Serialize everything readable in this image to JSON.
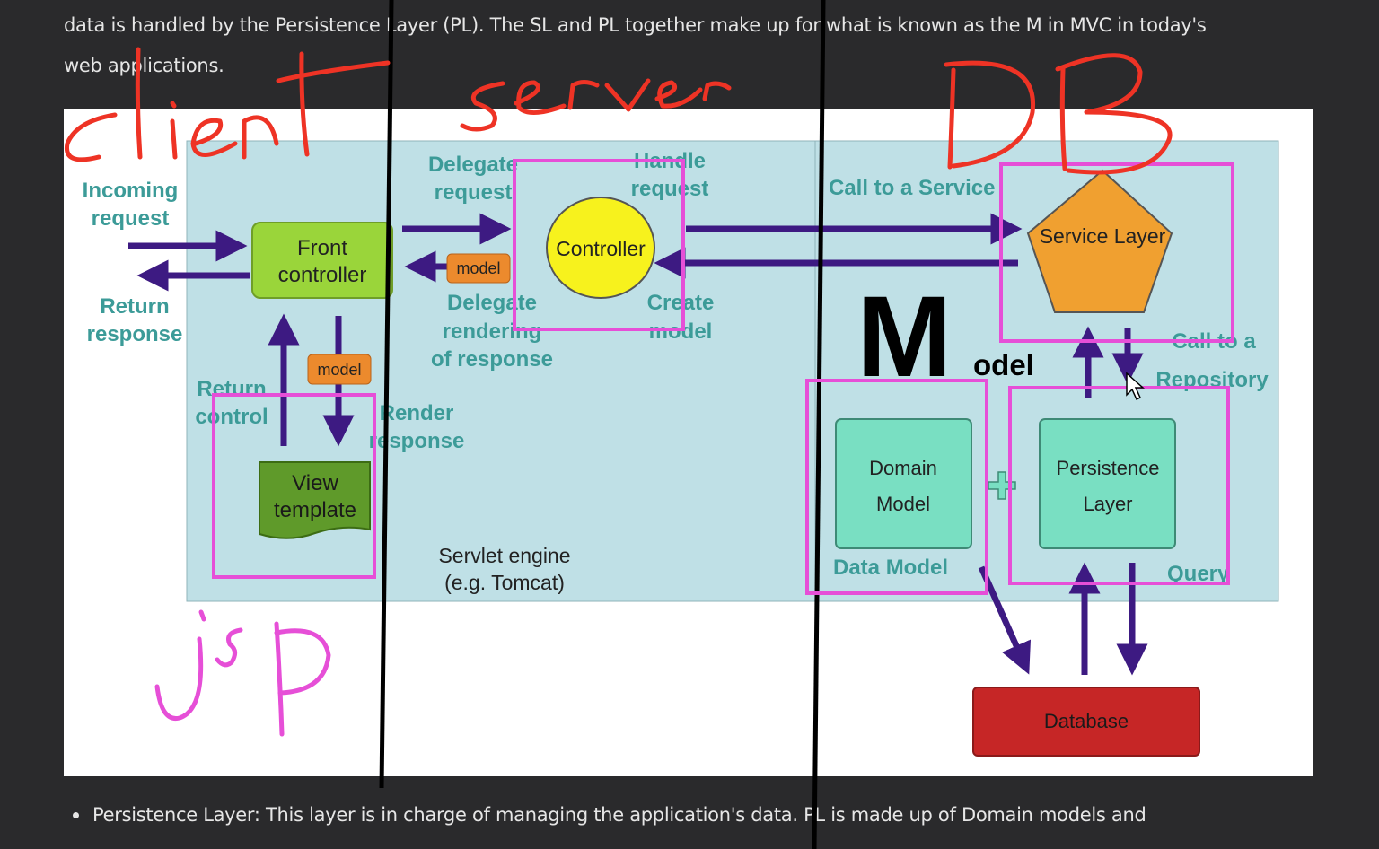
{
  "article": {
    "line1": "data is handled by the Persistence Layer (PL). The SL and PL together make up for what is known as the M in MVC in today's",
    "line2": "web applications.",
    "bullet": "Persistence Layer: This layer is in charge of managing the application's data. PL is made up of Domain models and"
  },
  "diagram": {
    "incoming_request": [
      "Incoming",
      "request"
    ],
    "return_response": [
      "Return",
      "response"
    ],
    "front_controller": [
      "Front",
      "controller"
    ],
    "model_tag": "model",
    "delegate_request": [
      "Delegate",
      "request"
    ],
    "handle_request": [
      "Handle",
      "request"
    ],
    "controller": "Controller",
    "delegate_rendering": [
      "Delegate",
      "rendering",
      "of response"
    ],
    "create_model": [
      "Create",
      "model"
    ],
    "return_control": [
      "Return",
      "control"
    ],
    "render_response": [
      "Render",
      "response"
    ],
    "view_template": [
      "View",
      "template"
    ],
    "servlet_engine": [
      "Servlet engine",
      "(e.g. Tomcat)"
    ],
    "call_to_service": "Call to a Service",
    "service_layer": "Service Layer",
    "model_big_letter": "M",
    "model_rest": "odel",
    "call_to_repository": [
      "Call to a",
      "Repository"
    ],
    "domain_model": [
      "Domain",
      "Model"
    ],
    "persistence_layer": [
      "Persistence",
      "Layer"
    ],
    "data_model": "Data Model",
    "query": "Query",
    "database": "Database"
  },
  "annotations": {
    "client": "client",
    "server": "server",
    "db": "DB",
    "jsp": "jsp"
  },
  "colors": {
    "background": "#2a2a2c",
    "diagram_panel": "#bfe0e6",
    "arrow": "#3d1a82",
    "label_teal": "#3c9b98",
    "front_controller": "#9ad53a",
    "controller": "#f7f21d",
    "view_template": "#5f9a2a",
    "service_layer": "#f0a030",
    "box_green": "#79dfc2",
    "database": "#c62626",
    "model_tag": "#ec8a2d",
    "annotation_red": "#ee3325",
    "annotation_pink": "#e64fd7"
  }
}
